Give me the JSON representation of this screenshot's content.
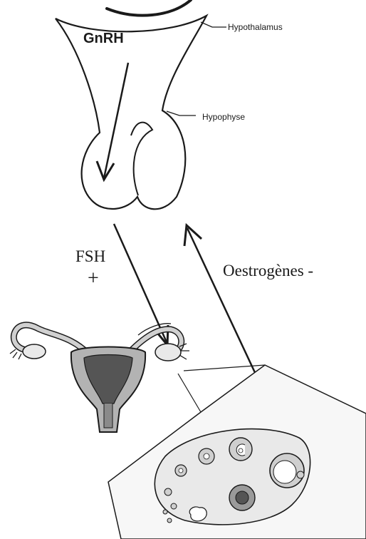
{
  "labels": {
    "gnrh": "GnRH",
    "hypothalamus": "Hypothalamus",
    "hypophyse": "Hypophyse",
    "fsh": "FSH",
    "fsh_effect": "+",
    "oestrogenes": "Oestrogènes -"
  },
  "colors": {
    "stroke": "#1a1a1a",
    "uterus_fill": "#b3b3b3",
    "uterus_inner": "#555555",
    "ovary_fill": "#e9e9e9",
    "follicle_fill": "#cfcfcf"
  }
}
